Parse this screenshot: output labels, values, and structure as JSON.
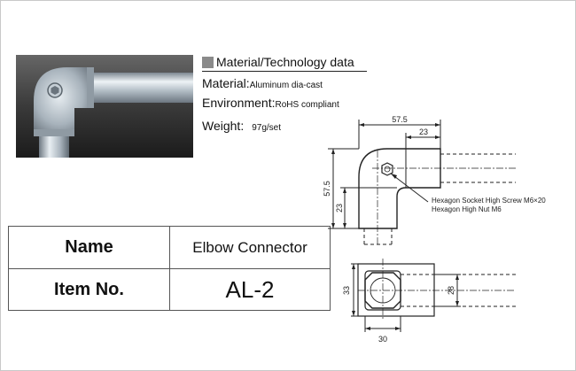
{
  "spec": {
    "heading": "Material/Technology data",
    "material_label": "Material:",
    "material_value": "Aluminum dia-cast",
    "environment_label": "Environment:",
    "environment_value": "RoHS compliant",
    "weight_label": "Weight:",
    "weight_value": "97g/set"
  },
  "product_table": {
    "name_label": "Name",
    "name_value": "Elbow Connector",
    "item_label": "Item No.",
    "item_value": "AL-2"
  },
  "drawing": {
    "dim_overall_width": "57.5",
    "dim_socket_width": "23",
    "dim_overall_height": "57.5",
    "dim_socket_height": "23",
    "callout_screw": "Hexagon Socket High Screw  M6×20",
    "callout_nut": "Hexagon High Nut  M6",
    "dim_section_outer_height": "33",
    "dim_section_inner_height": "28",
    "dim_section_width": "30"
  },
  "colors": {
    "photo_background": "#3a3a3a",
    "metal": "#b9c4cc",
    "line": "#222222"
  }
}
